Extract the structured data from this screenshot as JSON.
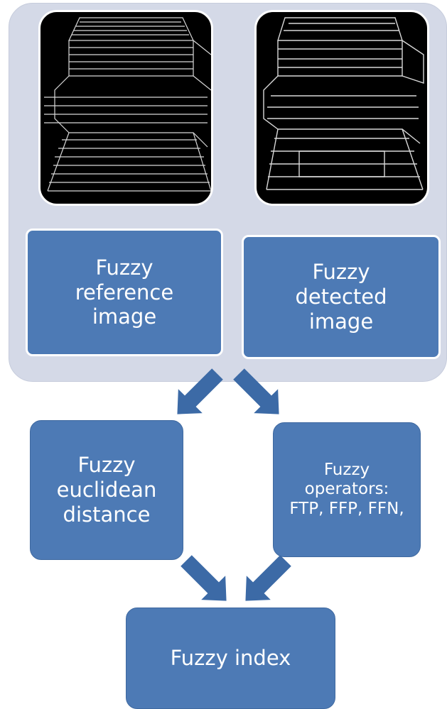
{
  "diagram": {
    "reference_box": {
      "lines": [
        "Fuzzy",
        "reference",
        "image"
      ]
    },
    "detected_box": {
      "lines": [
        "Fuzzy",
        "detected",
        "image"
      ]
    },
    "distance_box": {
      "lines": [
        "Fuzzy",
        "euclidean",
        "distance"
      ]
    },
    "operators_box": {
      "lines": [
        "Fuzzy",
        "operators:",
        "FTP, FFP, FFN,"
      ]
    },
    "index_box": {
      "label": "Fuzzy index"
    },
    "colors": {
      "box_fill": "#4d7ab5",
      "panel_fill": "#d4d9e7",
      "arrow_fill": "#3c6aa6",
      "image_background": "#000000",
      "image_edges": "#d8d8d8"
    },
    "icons": {
      "reference_image": "edge-map-reference-image",
      "detected_image": "edge-map-detected-image"
    }
  }
}
